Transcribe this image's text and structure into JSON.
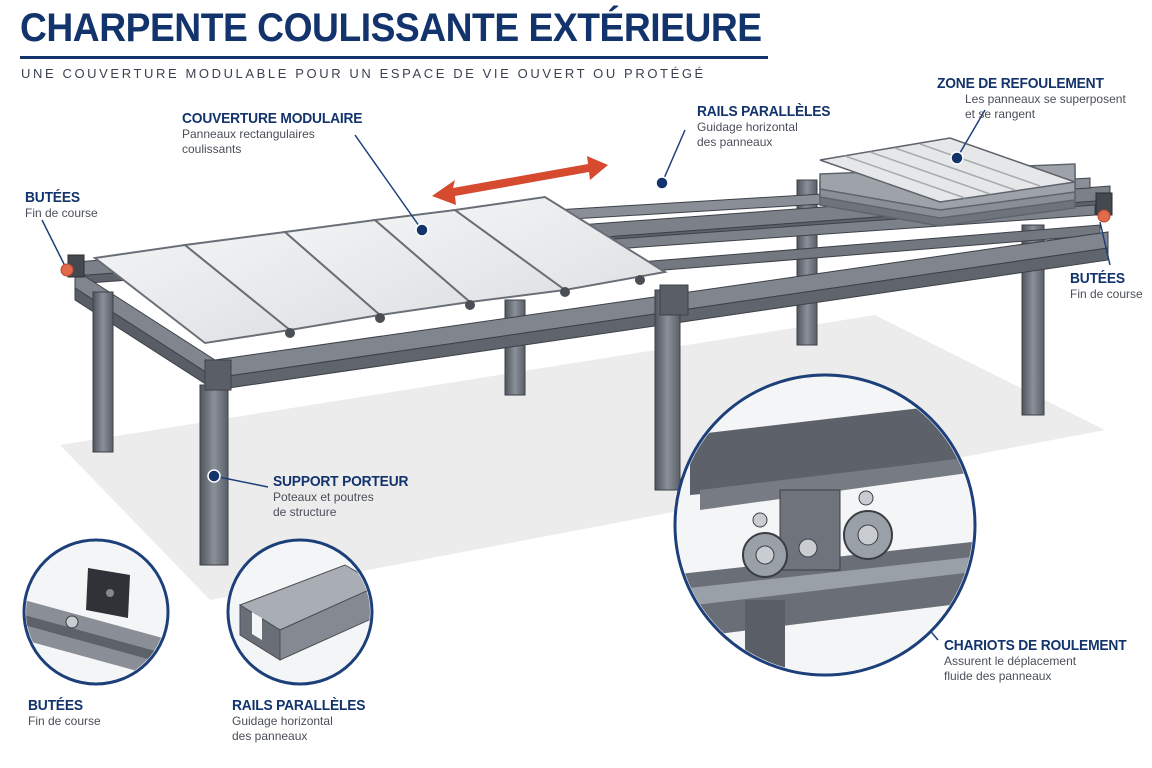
{
  "title": "CHARPENTE COULISSANTE EXTÉRIEURE",
  "subtitle": "UNE COUVERTURE MODULABLE POUR UN ESPACE DE VIE OUVERT OU PROTÉGÉ",
  "colors": {
    "navy": "#12336b",
    "steel": "#6b7079",
    "panel": "#e9eaec",
    "arrow": "#d64a30",
    "pin": "#e06a4a",
    "ground": "#ececec"
  },
  "callouts": {
    "couverture": {
      "title": "COUVERTURE MODULAIRE",
      "line1": "Panneaux rectangulaires",
      "line2": "coulissants"
    },
    "rails_top": {
      "title": "RAILS PARALLÈLES",
      "line1": "Guidage horizontal",
      "line2": "des panneaux"
    },
    "zone": {
      "title": "ZONE DE REFOULEMENT",
      "line1": "Les panneaux se superposent",
      "line2": "et se rangent"
    },
    "butees_left": {
      "title": "BUTÉES",
      "line1": "Fin de course"
    },
    "butees_right": {
      "title": "BUTÉES",
      "line1": "Fin de course"
    },
    "support": {
      "title": "SUPPORT PORTEUR",
      "line1": "Poteaux et poutres",
      "line2": "de structure"
    },
    "chariots": {
      "title": "CHARIOTS DE ROULEMENT",
      "line1": "Assurent le déplacement",
      "line2": "fluide des panneaux"
    },
    "butees_bottom": {
      "title": "BUTÉES",
      "line1": "Fin de course"
    },
    "rails_bottom": {
      "title": "RAILS PARALLÈLES",
      "line1": "Guidage horizontal",
      "line2": "des panneaux"
    }
  },
  "icons": [
    "double-arrow-icon",
    "callout-dot-icon",
    "stop-pin-icon"
  ]
}
